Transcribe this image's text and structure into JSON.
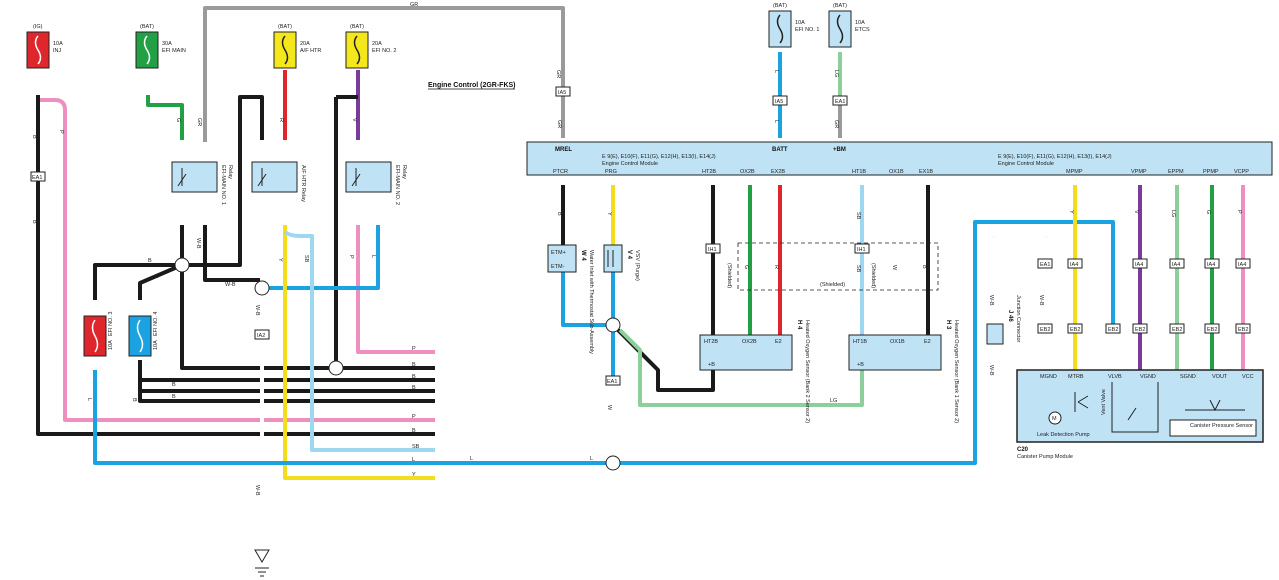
{
  "diagram_title": "Engine Control (2GR-FKS)",
  "colors": {
    "wire_black": "#1a1a1a",
    "wire_pink": "#ee8fbf",
    "wire_blue": "#1aa3e0",
    "wire_lightblue": "#9dd7f0",
    "wire_red": "#e0262d",
    "wire_yellow": "#f4dd1c",
    "wire_green": "#21a046",
    "wire_lightgreen": "#8ccf9a",
    "wire_violet": "#7a3b9a",
    "wire_gray": "#9a9a9a",
    "ecm_fill": "#bfe3f5",
    "fuse_red": "#e0262d",
    "fuse_green": "#21a046",
    "fuse_yellow": "#f4e81c",
    "fuse_blue": "#1aa3e0",
    "fuse_lightblue": "#bfe3f5"
  },
  "fuses": [
    {
      "source": "(IG)",
      "label1": "10A",
      "label2": "INJ"
    },
    {
      "source": "(BAT)",
      "label1": "30A",
      "label2": "EFI MAIN"
    },
    {
      "source": "(BAT)",
      "label1": "20A",
      "label2": "A/F HTR"
    },
    {
      "source": "(BAT)",
      "label1": "20A",
      "label2": "EFI NO. 2"
    },
    {
      "source": "(BAT)",
      "label1": "10A",
      "label2": "EFI NO. 1"
    },
    {
      "source": "(BAT)",
      "label1": "10A",
      "label2": "ETCS"
    },
    {
      "source": "",
      "label1": "10A",
      "label2": "EFI NO. 3"
    },
    {
      "source": "",
      "label1": "10A",
      "label2": "EFI NO. 4"
    }
  ],
  "relays": [
    {
      "label1": "EFI-MAIN NO. 1",
      "label2": "Relay"
    },
    {
      "label1": "A/F HTR Relay",
      "label2": ""
    },
    {
      "label1": "EFI-MAIN NO. 2",
      "label2": "Relay"
    }
  ],
  "connectors": {
    "ia5": "IA5",
    "ea1": "EA1",
    "ia2": "IA2",
    "ih1": "IH1",
    "ia4": "IA4",
    "eb2": "EB2"
  },
  "ecm": {
    "pins_top": [
      "MREL",
      "BATT",
      "+BM"
    ],
    "left_title": "E 9(E), E10(F), E11(G), E12(H), E13(I), E14(J)",
    "left_sub": "Engine Control Module",
    "right_title": "E 9(E), E10(F), E11(G), E12(H), E13(I), E14(J)",
    "right_sub": "Engine Control Module",
    "terminals": [
      "PTCR",
      "PRG",
      "HT2B",
      "OX2B",
      "EX2B",
      "HT1B",
      "OX1B",
      "EX1B",
      "MPMP",
      "VPMP",
      "EPPM",
      "PPMP",
      "VCPP"
    ]
  },
  "wire_codes": {
    "gr": "GR",
    "b": "B",
    "p": "P",
    "g": "G",
    "r": "R",
    "v": "V",
    "l": "L",
    "lg": "LG",
    "y": "Y",
    "sb": "SB",
    "w": "W",
    "wb": "W-B"
  },
  "components": {
    "water_valve_code": "W 4",
    "water_valve_name": "Water Inlet with Thermostat Sub-Assembly",
    "etm_plus": "ETM+",
    "etm_minus": "ETM-",
    "vsv_code": "V 4",
    "vsv_name": "VSV (Purge)",
    "sensor2_code": "H 4",
    "sensor2_name": "Heated Oxygen Sensor (Bank 2 Sensor 2)",
    "sensor1_code": "H 3",
    "sensor1_name": "Heated Oxygen Sensor (Bank 1 Sensor 2)",
    "sensor_pins": [
      "HT2B",
      "OX2B",
      "E2",
      "HT1B",
      "OX1B",
      "E2"
    ],
    "plus_b": "+B",
    "shielded": "(Shielded)",
    "junction_code": "J 46",
    "junction_name": "Junction Connector",
    "canister_code": "C20",
    "canister_name": "Canister Pump Module",
    "canister_pins": [
      "MGND",
      "MTRB",
      "VLVB",
      "VGND",
      "SGND",
      "VOUT",
      "VCC"
    ],
    "leak_pump": "Leak Detection Pump",
    "vent_valve": "Vent Valve",
    "pressure_sensor": "Canister Pressure Sensor"
  },
  "exit_wires": [
    "P",
    "B",
    "B",
    "B",
    "P",
    "B",
    "SB",
    "L",
    "Y"
  ]
}
